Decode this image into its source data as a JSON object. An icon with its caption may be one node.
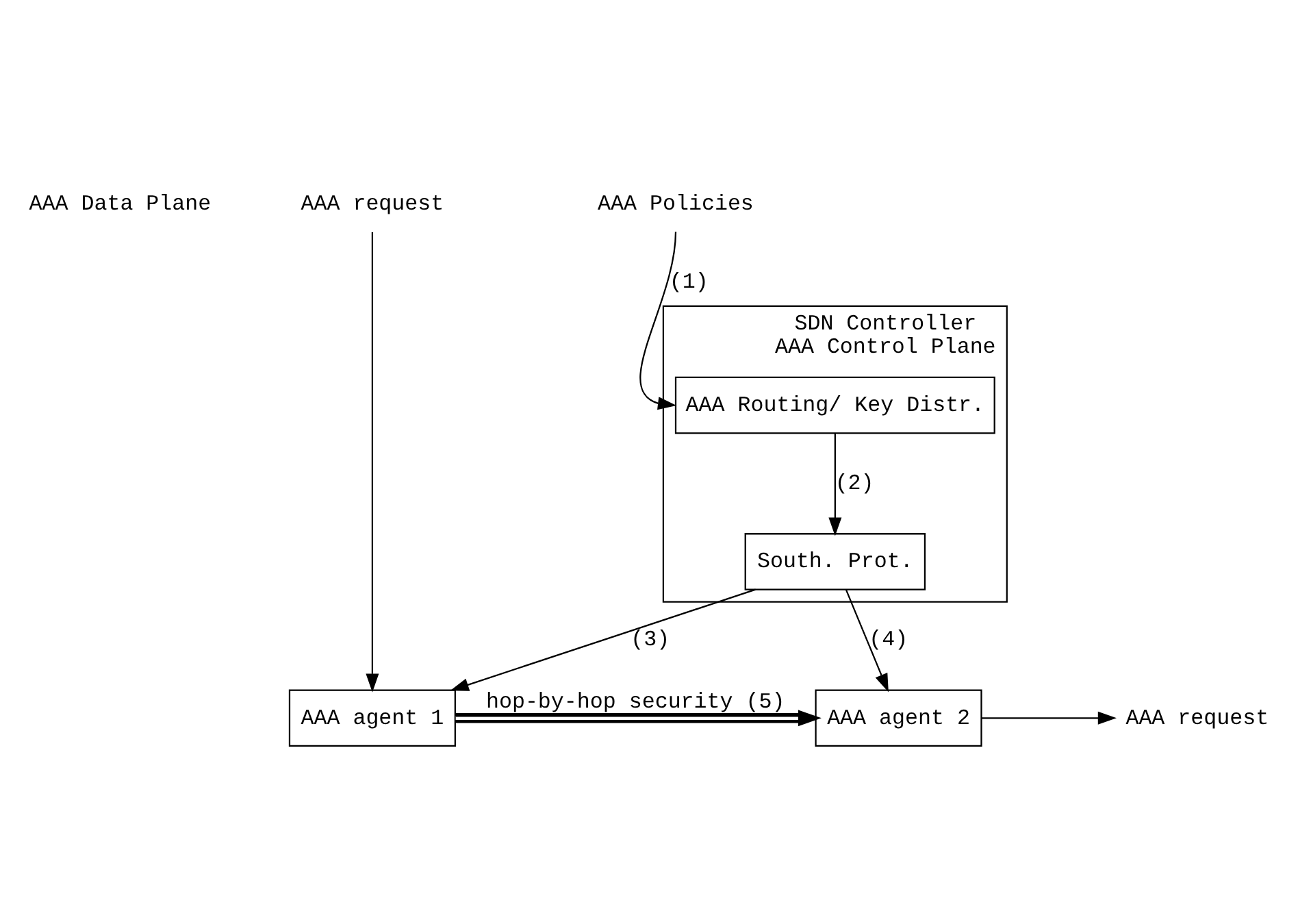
{
  "diagram": {
    "nodes": [
      {
        "text": [
          "SDN Controller",
          "AAA Control Plane"
        ]
      },
      {
        "text": [
          "AAA Routing/ Key Distr."
        ],
        "in": 0
      },
      {
        "text": [
          "South. Prot."
        ],
        "in": 0
      },
      {
        "text": [
          "AAA Policies"
        ]
      },
      {
        "text": [
          "AAA agent 1"
        ]
      },
      {
        "text": [
          "AAA agent 2"
        ]
      },
      {
        "text": [
          "AAA request"
        ]
      },
      {
        "text": [
          "AAA request"
        ]
      }
    ],
    "edges": [
      {
        "from": 3,
        "to": 1,
        "arrow": "to",
        "label": "(1)"
      },
      {
        "from": 1,
        "to": 2,
        "arrow": "to",
        "label": "(2)"
      },
      {
        "from": 2,
        "to": 4,
        "arrow": "to",
        "label": "(3)"
      },
      {
        "from": 2,
        "to": 5,
        "arrow": "to",
        "label": "(4)"
      },
      {
        "from": 4,
        "to": 5,
        "arrow": "to",
        "label": "hop-by-hop security (5)",
        "style": "thick"
      },
      {
        "from": 6,
        "to": 4,
        "arrow": "to"
      },
      {
        "from": 5,
        "to": 7,
        "arrow": "to"
      }
    ],
    "labels": [
      "AAA Data Plane"
    ]
  }
}
